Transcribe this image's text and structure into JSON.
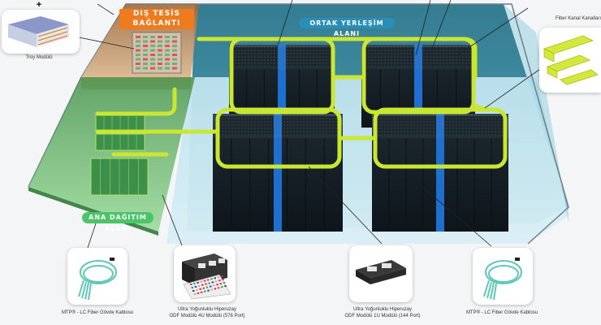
{
  "zones": {
    "external": {
      "line1": "DIŞ TESİS",
      "line2": "BAĞLANTI",
      "color": "#f07b1e"
    },
    "common": {
      "label": "ORTAK YERLEŞİM ALANI",
      "color": "#2a8fb8"
    },
    "distribution": {
      "label": "ANA DAĞITIM ALANI",
      "color": "#4cc46a"
    }
  },
  "callouts": {
    "tray_module": "Troy Modülü",
    "fiber_channel": "Fiber Kanal Kanalları",
    "mtp_left": "MTP® - LC Fiber Gövde Kablosu",
    "odf_4u_line1": "Ultra Yoğunluklu Hiperuzay",
    "odf_4u_line2": "ODF Modülü 4U Modülü (576 Port)",
    "odf_1u_line1": "Ultra Yoğunluklu Hiperuzay",
    "odf_1u_line2": "ODF Modülü 1U Modülü (144 Port)",
    "mtp_right": "MTP® - LC Fiber Gövde Kablosu"
  },
  "plus_sign": "+",
  "colors": {
    "tray_yellow": "#c8e632",
    "rack_dark": "#1e2a33",
    "rack_accent": "#1f6fd1",
    "glass": "#a9d9e6"
  }
}
